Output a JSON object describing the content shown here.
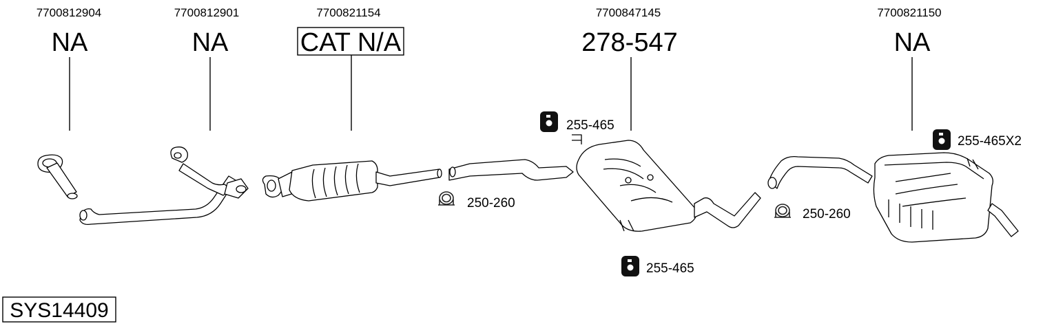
{
  "system_code": "SYS14409",
  "parts": [
    {
      "id": "p1",
      "oem": "7700812904",
      "code": "NA"
    },
    {
      "id": "p2",
      "oem": "7700812901",
      "code": "NA"
    },
    {
      "id": "p3",
      "oem": "7700821154",
      "code": "CAT N/A"
    },
    {
      "id": "p4",
      "oem": "7700847145",
      "code": "278-547"
    },
    {
      "id": "p5",
      "oem": "7700821150",
      "code": "NA"
    }
  ],
  "accessories": [
    {
      "kind": "rubber-hanger",
      "icon": "rubber-hanger-icon",
      "code": "255-465"
    },
    {
      "kind": "pipe-clamp",
      "icon": "pipe-clamp-icon",
      "code": "250-260"
    },
    {
      "kind": "rubber-hanger",
      "icon": "rubber-hanger-icon",
      "code": "255-465"
    },
    {
      "kind": "pipe-clamp",
      "icon": "pipe-clamp-icon",
      "code": "250-260"
    },
    {
      "kind": "rubber-hanger",
      "icon": "rubber-hanger-icon",
      "code": "255-465X2"
    }
  ]
}
